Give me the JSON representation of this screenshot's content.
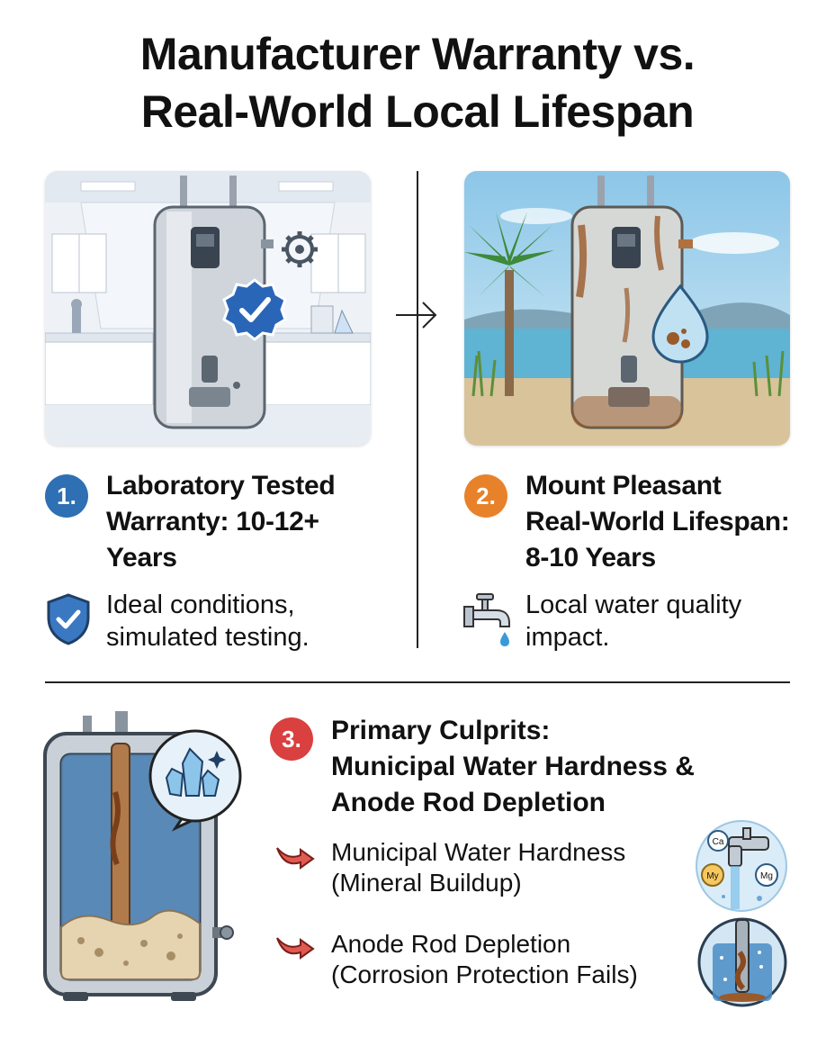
{
  "title": {
    "line1": "Manufacturer Warranty vs.",
    "line2": "Real-World Local Lifespan"
  },
  "sections": [
    {
      "number": "1.",
      "badge_color": "#2f6fb3",
      "heading": [
        "Laboratory Tested",
        "Warranty: 10-12+",
        "Years"
      ],
      "detail": [
        "Ideal conditions,",
        "simulated testing."
      ],
      "detail_icon": "shield-check-icon"
    },
    {
      "number": "2.",
      "badge_color": "#e8822a",
      "heading": [
        "Mount Pleasant",
        "Real-World Lifespan:",
        "8-10 Years"
      ],
      "detail": [
        "Local water quality",
        "impact."
      ],
      "detail_icon": "faucet-icon"
    }
  ],
  "culprits": {
    "number": "3.",
    "badge_color": "#d9403f",
    "heading": [
      "Primary Culprits:",
      "Municipal Water Hardness &",
      "Anode Rod Depletion"
    ],
    "items": [
      {
        "lines": [
          "Municipal Water Hardness",
          "(Mineral Buildup)"
        ],
        "icon": "mineral-faucet-icon",
        "minerals": [
          "Ca",
          "My",
          "Mg"
        ]
      },
      {
        "lines": [
          "Anode Rod Depletion",
          "(Corrosion Protection Fails)"
        ],
        "icon": "corroded-anode-icon"
      }
    ]
  }
}
